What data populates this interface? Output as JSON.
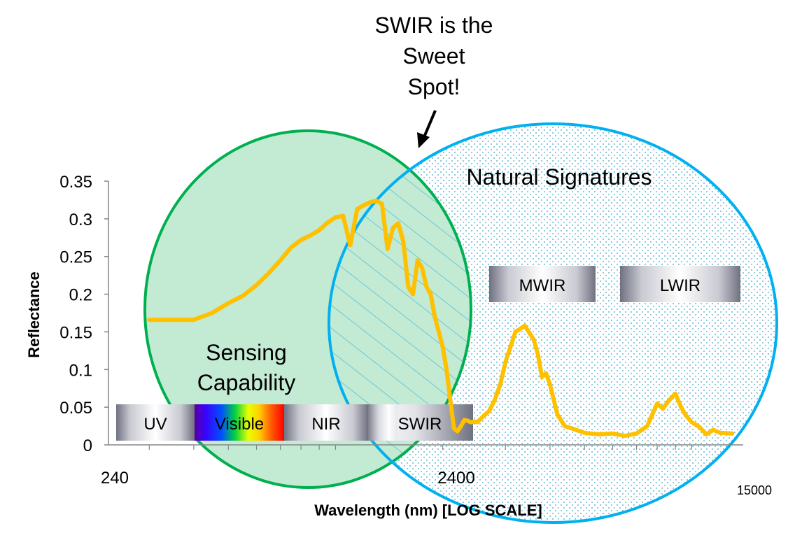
{
  "chart_data": {
    "type": "line",
    "title": "",
    "xlabel": "Wavelength (nm) [LOG SCALE]",
    "ylabel": "Reflectance",
    "x_scale": "log",
    "xlim": [
      240,
      15000
    ],
    "ylim": [
      0,
      0.35
    ],
    "y_ticks": [
      0,
      0.05,
      0.1,
      0.15,
      0.2,
      0.25,
      0.3,
      0.35
    ],
    "y_tick_labels": [
      "0",
      "0.05",
      "0.1",
      "0.15",
      "0.2",
      "0.25",
      "0.3",
      "0.35"
    ],
    "x_tick_labels": [
      {
        "value": 240,
        "label": "240"
      },
      {
        "value": 2400,
        "label": "2400"
      },
      {
        "value": 15000,
        "label": "15000"
      }
    ],
    "series": [
      {
        "color": "#FFC000",
        "x": [
          300,
          400,
          450,
          500,
          550,
          600,
          650,
          700,
          750,
          800,
          850,
          900,
          950,
          1000,
          1050,
          1100,
          1150,
          1200,
          1250,
          1300,
          1350,
          1400,
          1450,
          1500,
          1550,
          1600,
          1650,
          1700,
          1750,
          1800,
          1850,
          1900,
          1950,
          2000,
          2050,
          2100,
          2150,
          2200,
          2250,
          2300,
          2350,
          2400,
          2450,
          2500,
          2600,
          2700,
          2800,
          2900,
          3000,
          3200,
          3400,
          3600,
          3700,
          3800,
          3900,
          4000,
          4100,
          4200,
          4400,
          4600,
          5000,
          5500,
          6000,
          6500,
          7000,
          7500,
          8000,
          8300,
          8600,
          9000,
          9300,
          9600,
          10000,
          10500,
          11000,
          11500,
          12000,
          13000
        ],
        "y": [
          0.166,
          0.166,
          0.175,
          0.188,
          0.198,
          0.212,
          0.228,
          0.245,
          0.262,
          0.272,
          0.278,
          0.285,
          0.295,
          0.302,
          0.304,
          0.265,
          0.313,
          0.318,
          0.322,
          0.324,
          0.32,
          0.26,
          0.288,
          0.294,
          0.27,
          0.21,
          0.2,
          0.245,
          0.235,
          0.21,
          0.2,
          0.17,
          0.15,
          0.13,
          0.1,
          0.06,
          0.022,
          0.018,
          0.025,
          0.033,
          0.032,
          0.03,
          0.031,
          0.03,
          0.038,
          0.045,
          0.06,
          0.08,
          0.11,
          0.15,
          0.158,
          0.14,
          0.12,
          0.09,
          0.095,
          0.08,
          0.06,
          0.04,
          0.025,
          0.022,
          0.016,
          0.014,
          0.015,
          0.012,
          0.015,
          0.025,
          0.055,
          0.048,
          0.058,
          0.068,
          0.052,
          0.04,
          0.03,
          0.024,
          0.014,
          0.02,
          0.016,
          0.015
        ]
      }
    ],
    "grid": false,
    "legend": "none"
  },
  "annotations": {
    "callout_lines": [
      "SWIR is the",
      "Sweet",
      "Spot!"
    ],
    "sensing_lines": [
      "Sensing",
      "Capability"
    ],
    "natural_label": "Natural Signatures"
  },
  "bands": {
    "uv": "UV",
    "visible": "Visible",
    "nir": "NIR",
    "swir": "SWIR",
    "mwir": "MWIR",
    "lwir": "LWIR"
  },
  "colors": {
    "sensing_fill": "#C3EAD3",
    "sensing_stroke": "#00B050",
    "natural_stroke": "#00B0F0",
    "natural_dots": "#3AA8C8",
    "hatch": "#3EB4DA",
    "curve": "#FFC000"
  }
}
